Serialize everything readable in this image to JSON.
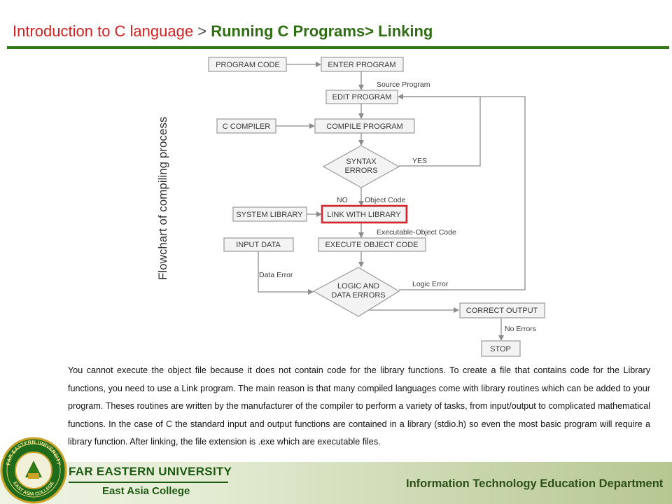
{
  "header": {
    "part1": "Introduction to C language",
    "separator": ">",
    "part2": "Running C Programs> Linking"
  },
  "flowchart": {
    "side_title": "Flowchart of compiling process",
    "nodes": {
      "program_code": "PROGRAM CODE",
      "enter_program": "ENTER PROGRAM",
      "edit_program": "EDIT PROGRAM",
      "c_compiler": "C COMPILER",
      "compile_program": "COMPILE PROGRAM",
      "syntax_errors_1": "SYNTAX",
      "syntax_errors_2": "ERRORS",
      "system_library": "SYSTEM LIBRARY",
      "link_with_library": "LINK WITH LIBRARY",
      "input_data": "INPUT DATA",
      "execute_object_code": "EXECUTE OBJECT CODE",
      "logic_errors_1": "LOGIC AND",
      "logic_errors_2": "DATA ERRORS",
      "correct_output": "CORRECT OUTPUT",
      "stop": "STOP"
    },
    "labels": {
      "source_program": "Source Program",
      "yes": "YES",
      "no": "NO",
      "object_code": "Object Code",
      "executable_object_code": "Executable-Object Code",
      "data_error": "Data Error",
      "logic_error": "Logic Error",
      "no_errors": "No Errors"
    },
    "highlight_color": "#d9242b"
  },
  "paragraph": "You cannot execute the object file because it does not contain code for the library functions. To create a file that contains code for the Library functions, you need to use a Link program. The main reason is that many compiled languages come with library routines which can be added to your program. Theses routines are written by the manufacturer of the compiler to perform a variety of tasks, from input/output to complicated mathematical functions. In the case of C the standard input and output functions are contained in a library (stdio.h) so even the most basic program will require a library function. After linking, the file extension is .exe which are executable files.",
  "footer": {
    "university": "FAR EASTERN UNIVERSITY",
    "college": "East Asia College",
    "department": "Information Technology Education Department",
    "seal_text_top": "FAR EASTERN UNIVERSITY",
    "seal_text_bottom": "EAST ASIA COLLEGE"
  },
  "colors": {
    "header_red": "#d42020",
    "header_green": "#2f6e12",
    "rule_green": "#2f7a16"
  }
}
